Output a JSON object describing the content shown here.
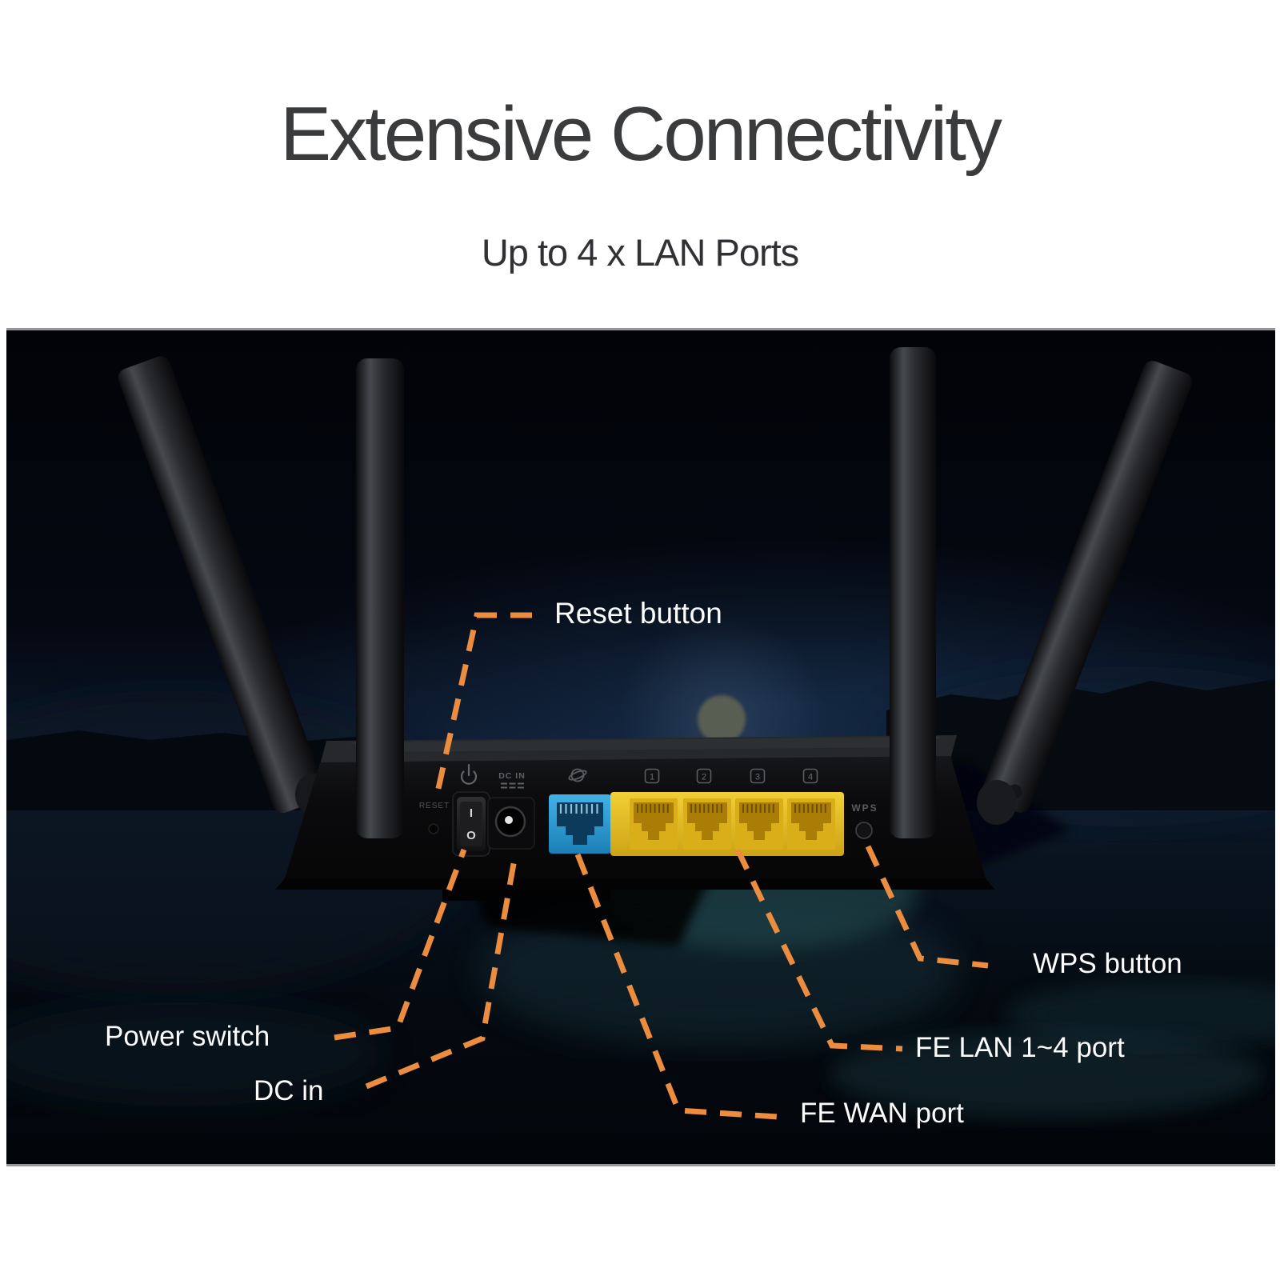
{
  "header": {
    "title": "Extensive Connectivity",
    "subtitle": "Up to 4 x LAN Ports"
  },
  "callouts": {
    "reset": {
      "label": "Reset button"
    },
    "power_switch": {
      "label": "Power switch"
    },
    "dc_in": {
      "label": "DC in"
    },
    "wan": {
      "label": "FE WAN port"
    },
    "lan": {
      "label": "FE LAN 1~4 port"
    },
    "wps": {
      "label": "WPS button"
    }
  },
  "panel": {
    "reset_label": "RESET",
    "dc_label": "DC IN",
    "wps_label": "WPS",
    "switch_on": "I",
    "switch_off": "O",
    "lan_port_numbers": [
      "1",
      "2",
      "3",
      "4"
    ]
  },
  "icons": {
    "power_icon": "power-symbol circle with bar",
    "dc_in_icon": "double dashed lines",
    "wan_icon": "globe with orbit ring",
    "lan_number_icons": "squares numbered 1-4"
  },
  "colors": {
    "callout_orange": "#ec8c3e",
    "label_white": "#fcfcfd",
    "title_gray": "#3a3b3d",
    "wan_port_blue": "#2ea4de",
    "lan_port_yellow": "#e9c62d",
    "photo_night": "#04060b",
    "background": "#ffffff"
  }
}
